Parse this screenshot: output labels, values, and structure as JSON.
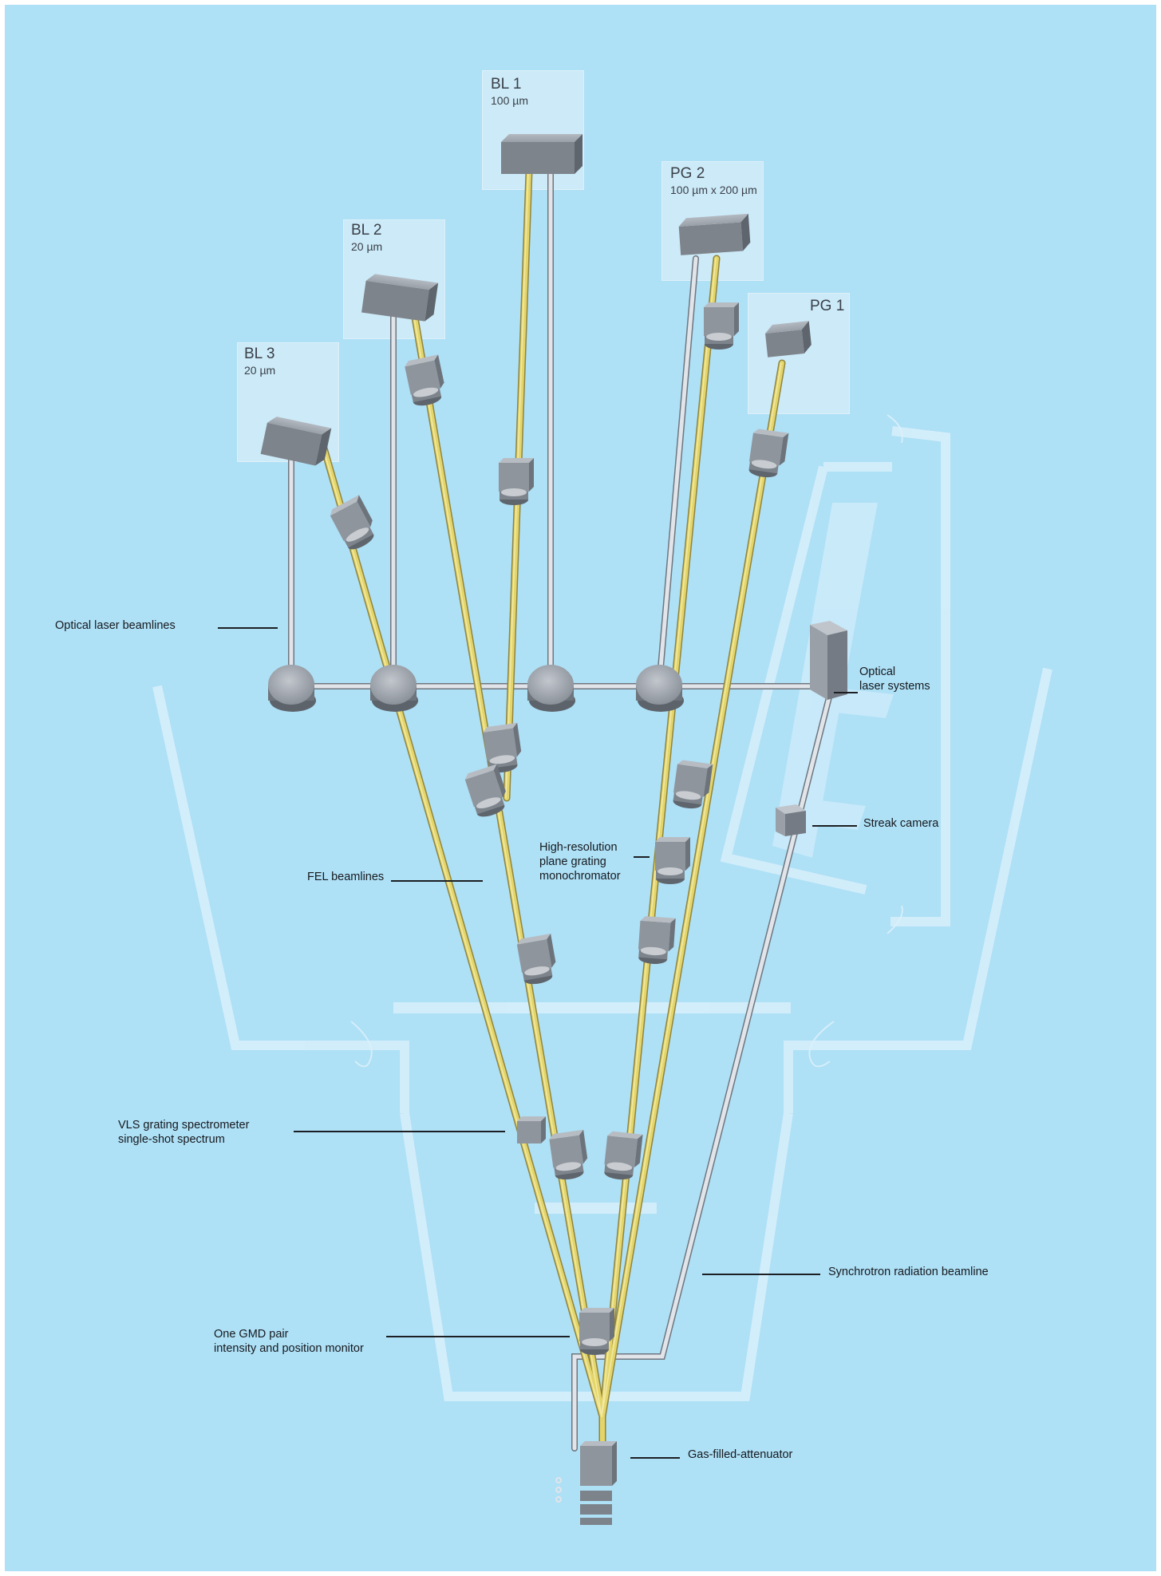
{
  "stations": {
    "bl1": {
      "name": "BL 1",
      "spec": "100 µm"
    },
    "pg2": {
      "name": "PG 2",
      "spec": "100 µm x 200 µm"
    },
    "bl2": {
      "name": "BL 2",
      "spec": "20 µm"
    },
    "pg1": {
      "name": "PG 1"
    },
    "bl3": {
      "name": "BL 3",
      "spec": "20 µm"
    }
  },
  "labels": {
    "optical_laser_beamlines": "Optical laser beamlines",
    "optical_laser_systems": [
      "Optical",
      "laser systems"
    ],
    "streak_camera": "Streak camera",
    "high_resolution_monochromator": [
      "High-resolution",
      "plane grating",
      "monochromator"
    ],
    "fel_beamlines": "FEL beamlines",
    "vls_spectrometer": [
      "VLS grating spectrometer",
      "single-shot spectrum"
    ],
    "synchrotron_beamline": "Synchrotron radiation beamline",
    "gmd_pair": [
      "One GMD pair",
      "intensity and position monitor"
    ],
    "gas_attenuator": "Gas-filled-attenuator"
  },
  "colors": {
    "background": "#aee0f6",
    "fel_beam": "#e2d36a",
    "optical_beam": "#dfe3e8",
    "component": "#8f959d",
    "building_outline": "#d9f0fb"
  }
}
